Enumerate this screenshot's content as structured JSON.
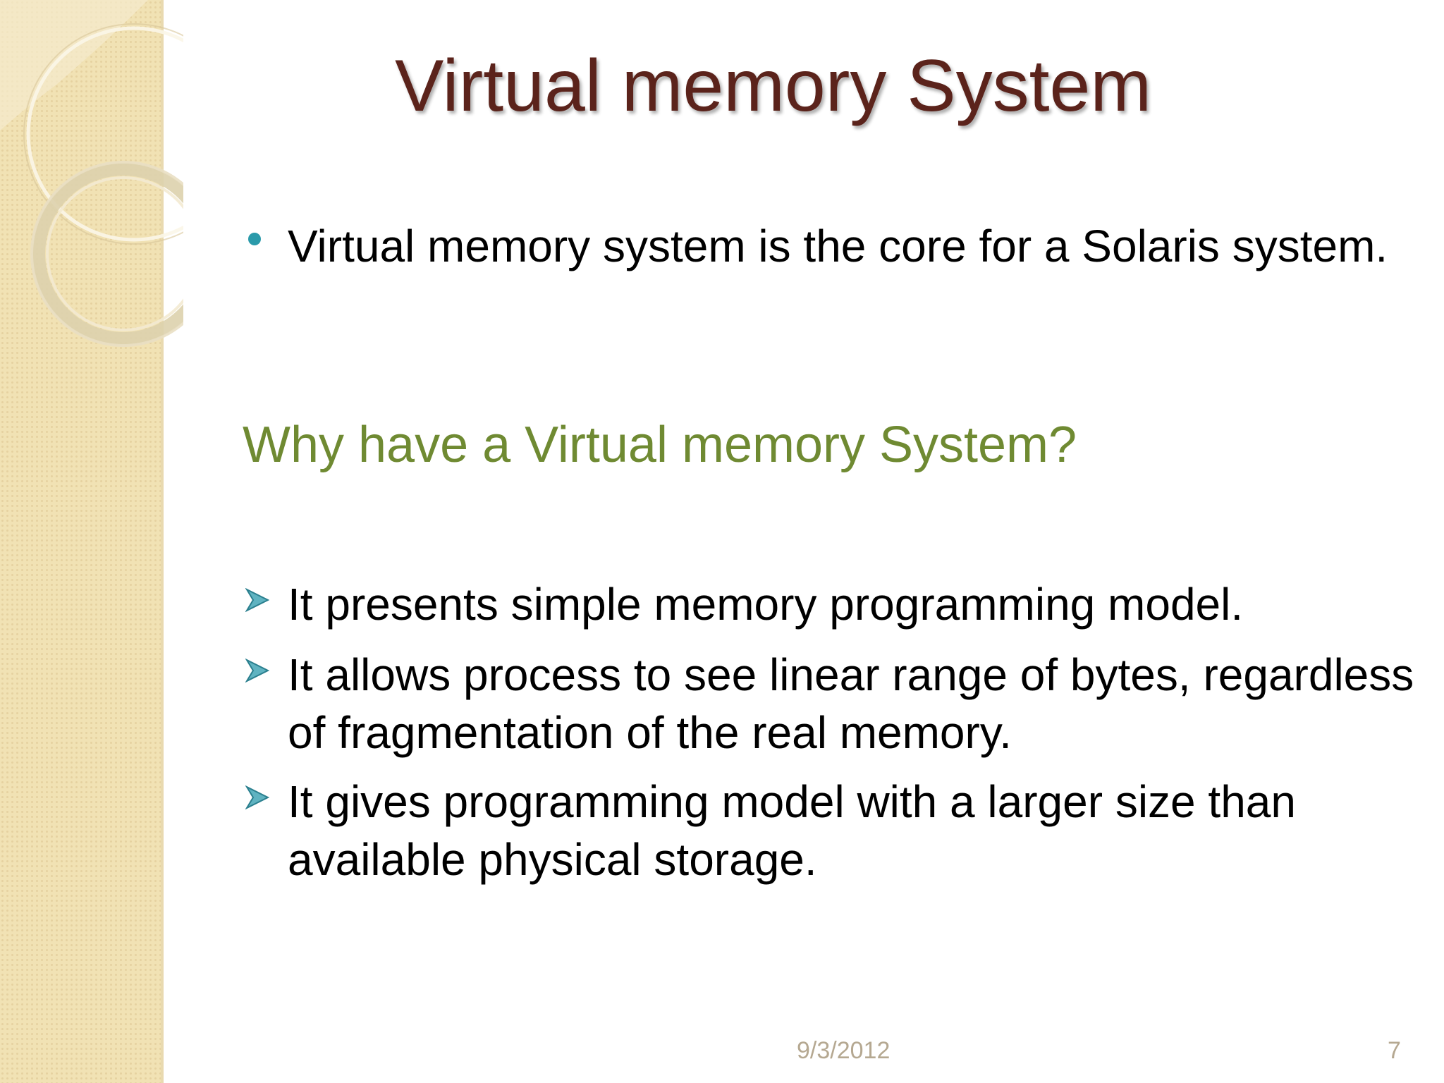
{
  "slide": {
    "title": "Virtual memory System",
    "intro_bullet": "Virtual memory system is the core for a Solaris system.",
    "subheading": "Why have a Virtual memory System?",
    "reasons": [
      "It presents simple memory programming model.",
      "It allows process to see linear range of bytes, regardless of fragmentation of the real memory.",
      "It gives programming model with a larger size than available physical storage."
    ],
    "footer": {
      "date": "9/3/2012",
      "page_number": "7"
    }
  },
  "colors": {
    "title": "#5b231b",
    "subheading": "#6f8a32",
    "bullet_accent": "#2a9aaa",
    "side_panel": "#f1e2b4",
    "footer_text": "#b5a891"
  },
  "icons": {
    "intro_marker": "round-bullet-icon",
    "reason_marker": "arrowhead-bullet-icon"
  }
}
